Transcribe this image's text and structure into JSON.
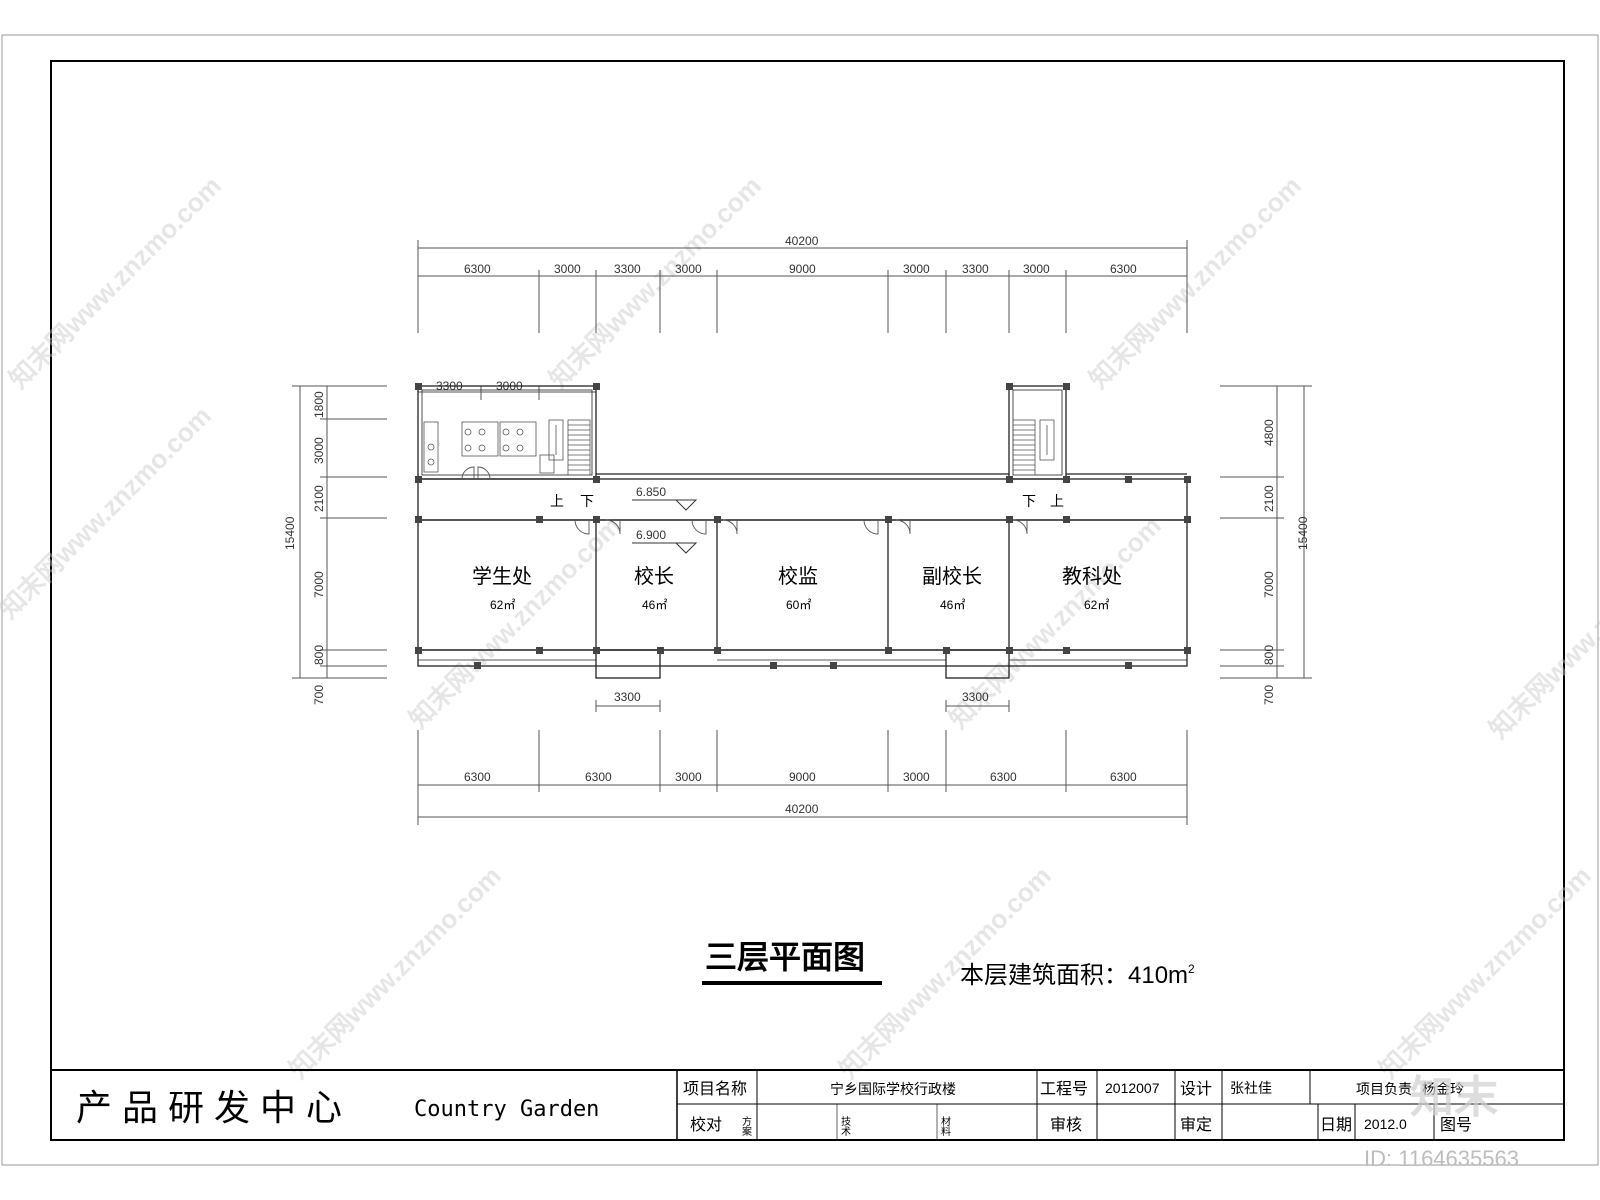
{
  "drawing": {
    "title": "三层平面图",
    "area_label": "本层建筑面积：410m",
    "area_sup": "2",
    "elev_upper": "6.850",
    "elev_lower": "6.900",
    "stair_up": "上",
    "stair_down": "下"
  },
  "rooms": [
    {
      "name": "学生处",
      "area": "62㎡"
    },
    {
      "name": "校长",
      "area": "46㎡"
    },
    {
      "name": "校监",
      "area": "60㎡"
    },
    {
      "name": "副校长",
      "area": "46㎡"
    },
    {
      "name": "教科处",
      "area": "62㎡"
    }
  ],
  "dimensions": {
    "top_total": "40200",
    "top_segments": [
      "6300",
      "3000",
      "3300",
      "3000",
      "9000",
      "3000",
      "3300",
      "3000",
      "6300"
    ],
    "top_left_wing": [
      "3300",
      "3000"
    ],
    "bottom_entry": [
      "3300",
      "3300"
    ],
    "bottom_segments": [
      "6300",
      "6300",
      "3000",
      "9000",
      "3000",
      "6300",
      "6300"
    ],
    "bottom_total": "40200",
    "left_segments": [
      "1800",
      "3000",
      "2100",
      "7000",
      "800",
      "700"
    ],
    "left_total": "15400",
    "right_segments": [
      "4800",
      "2100",
      "7000",
      "800",
      "700"
    ],
    "right_total": "15400"
  },
  "title_block": {
    "company": "产 品 研 发 中 心",
    "company_en": "Country Garden",
    "project_name_label": "项目名称",
    "project_name": "宁乡国际学校行政楼",
    "job_no_label": "工程号",
    "job_no": "2012007",
    "design_label": "设计",
    "designer": "张社佳",
    "pm_label": "项目负责",
    "pm": "杨金玲",
    "check_label": "校对",
    "scheme_label": "方案",
    "tech_label": "技术",
    "material_label": "材料",
    "review_label": "审核",
    "approve_label": "审定",
    "date_label": "日期",
    "date": "2012.0",
    "drawing_no_label": "图号"
  },
  "watermark": {
    "text": "知末网www.znzmo.com",
    "logo": "知末",
    "id": "ID: 1164635563"
  }
}
